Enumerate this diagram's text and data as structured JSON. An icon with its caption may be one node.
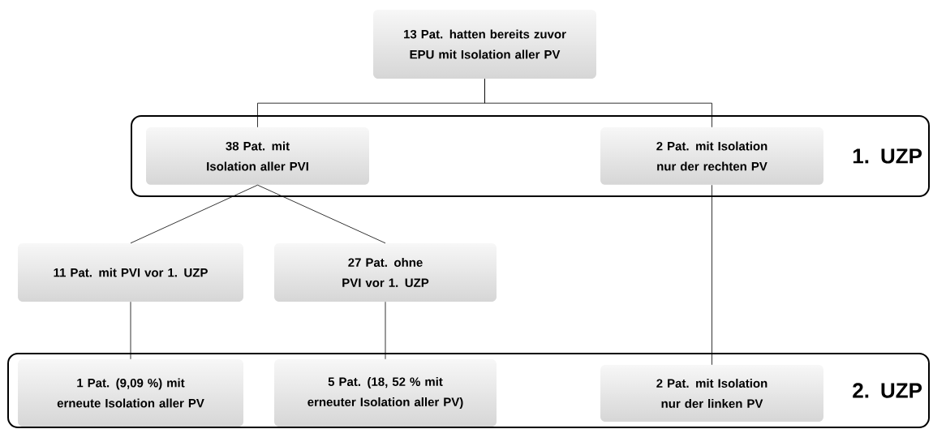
{
  "diagram": {
    "nodes": [
      {
        "text": [
          "13 Pat. hatten bereits zuvor EPU mit Isolation aller PV"
        ]
      },
      {
        "text": [
          "1. UZP"
        ]
      },
      {
        "text": [
          "38 Pat. mit Isolation aller PVI"
        ],
        "in": 1
      },
      {
        "text": [
          "2 Pat. mit Isolation nur der rechten PV"
        ],
        "in": 1
      },
      {
        "text": [
          "11 Pat. mit PVI vor 1. UZP"
        ]
      },
      {
        "text": [
          "27 Pat. ohne PVI vor 1. UZP"
        ]
      },
      {
        "text": [
          "2. UZP"
        ]
      },
      {
        "text": [
          "1 Pat. (9,09 %) mit erneute Isolation aller PV"
        ],
        "in": 6
      },
      {
        "text": [
          "5 Pat. (18, 52 % mit erneuter Isolation aller PV)"
        ],
        "in": 6
      },
      {
        "text": [
          "2 Pat. mit Isolation nur der linken PV"
        ],
        "in": 6
      }
    ],
    "edges": [
      {
        "from": 0,
        "to": 2,
        "arrow": "none"
      },
      {
        "from": 0,
        "to": 3,
        "arrow": "none"
      },
      {
        "from": 2,
        "to": 4,
        "arrow": "none"
      },
      {
        "from": 2,
        "to": 5,
        "arrow": "none"
      },
      {
        "from": 3,
        "to": 9,
        "arrow": "none"
      },
      {
        "from": 4,
        "to": 7,
        "arrow": "none"
      },
      {
        "from": 5,
        "to": 8,
        "arrow": "none"
      }
    ]
  }
}
